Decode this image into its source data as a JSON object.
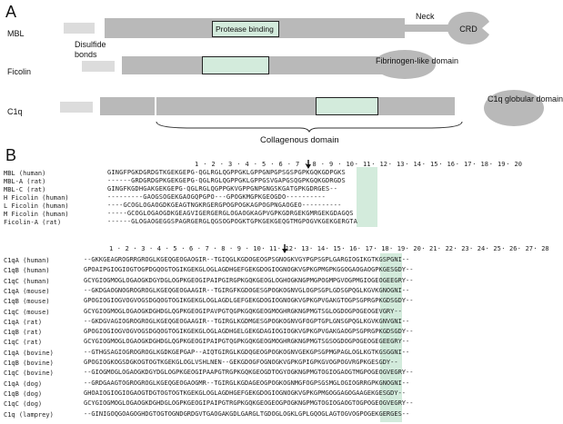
{
  "panel_a": {
    "letter": "A",
    "rows": {
      "mbl": {
        "label": "MBL",
        "box_label": "Protease binding",
        "neck_label": "Neck",
        "domain_label": "CRD"
      },
      "disulfide_label": "Disulfide\nbonds",
      "ficolin": {
        "label": "Ficolin",
        "domain_label": "Fibrinogen-like\ndomain"
      },
      "c1q": {
        "label": "C1q",
        "domain_label": "C1q\nglobular\ndomain"
      }
    },
    "collagenous_label": "Collagenous domain"
  },
  "panel_b": {
    "letter": "B",
    "top_block": {
      "numbers": [
        "1",
        "2",
        "3",
        "4",
        "5",
        "6",
        "7",
        "8",
        "9",
        "10",
        "11",
        "12",
        "13",
        "14",
        "15",
        "16",
        "17",
        "18",
        "19",
        "20"
      ],
      "rows": [
        {
          "name": "MBL (human)",
          "seq": "GINGFPGKDGRDGTKGEKGEPG-QGLRGLQGPPGKLGPPGNPGPSGSPGPKGQKGDPGKS"
        },
        {
          "name": "MBL-A (rat)",
          "seq": "------GRDGRDGPKGEKGEPG-QGLRGLQGPPGKLGPPGSVGAPGSQGPKGQKGDRGDS"
        },
        {
          "name": "MBL-C (rat)",
          "seq": "GINGFKGDHGAKGEKGEPG-QGLRGLQGPPGKVGPPGNPGNGSKGATGPKGDRGES--"
        },
        {
          "name": "H Ficolin (human)",
          "seq": "---------GAOGSOGEKGAOGQPGPO---GPOGKMGPKGEOGDO----------"
        },
        {
          "name": "L Ficolin (human)",
          "seq": "----GCOGLOGAOGDKGEAGTNGKRGERGPOGPOGKAGPOGPNGAOGEO----------"
        },
        {
          "name": "M Ficolin (human)",
          "seq": "-----GCOGLOGAOGDKGEAGVIGERGERGLOGAOGKAGPVGPKGDRGEKGMRGEKGDAGQS"
        },
        {
          "name": "Ficolin-A (rat)",
          "seq": "------GLOGAOGEGGSPAGRGERGLQGSOGPOGKTGPKGEKGEQGTMGPOGVKGEKGERGTA"
        }
      ]
    },
    "bottom_block": {
      "numbers": [
        "1",
        "2",
        "3",
        "4",
        "5",
        "6",
        "7",
        "8",
        "9",
        "10",
        "11",
        "12",
        "13",
        "14",
        "15",
        "16",
        "17",
        "18",
        "19",
        "20",
        "21",
        "22",
        "23",
        "24",
        "25",
        "26",
        "27",
        "28"
      ],
      "rows": [
        {
          "name": "C1qA (human)",
          "seq": "--GKKGEAGROGRRGROGLKGEQGEOGAOGIR--TGIQGLKGDOGEOGPSGNOGKVGYPGPSGPLGARGIOGIKGTKGSPGNI--"
        },
        {
          "name": "C1qB (human)",
          "seq": "GPOAIPGIOGIOGTOGPDGQOGTOGIKGEKGLOGLAGDHGEFGEKGDOGIOGNOGKVGPKGPMGPKGGOGAOGAOGPKGESGDY--"
        },
        {
          "name": "C1qC (human)",
          "seq": "GCYGIOGMOGLOGAOGKDGYDGLOGPKGEOGIPAIPGIRGPKGQKGEOGLOGHOGKNGPMGPOGMPGVOGPMGIOGEOGEEGRY--"
        },
        {
          "name": "C1qA (mouse)",
          "seq": "--GKDGAOGNOGROGROGLKGEQGEOGAAGIR--TGIRGFKGDOGESGPOGKOGNVGLOGPSGPLGDSGPQGLKGVKGNOGNI--"
        },
        {
          "name": "C1qB (mouse)",
          "seq": "GPOGIOGIOGVOGVOGSDGQOGTOGIKGEKGLOGLAGDLGEFGEKGDOGIOGNOGKVGPKGPVGAKGTOGPSGPRGPKGDSGDY--"
        },
        {
          "name": "C1qC (mouse)",
          "seq": "GCYGIOGMOGLOGAOGKDGHDGLQGPKGEOGIPAVPGTQGPKGQKGEOGMOGHRGKNGPMGTSGLOGDOGPOGEOGEVGRY--"
        },
        {
          "name": "C1qA (rat)",
          "seq": "--GKDGVAGIOGROGROGLKGEQGEOGAAGIR--TGIRGLKGDMGESGPOGKOGNVGFOGPTGPLGNSGPQGLKGVKGNVGNI--"
        },
        {
          "name": "C1qB (rat)",
          "seq": "GPOGIOGIOGVOGVOGSDGQOGTOGIKGEKGLOGLAGDHGELGEKGDAGIOGIOGKVGPKGPVGAKGAOGPSGPRGPKGDSGDY--"
        },
        {
          "name": "C1qC (rat)",
          "seq": "GCYGIOGMOGLOGAOGKDGHDGLQGPKGEOGIPAIPGTQGPKGQKGEOGMOGHRGKNGPMGTSGSOGDOGPOGEOGEGEEGRY--"
        },
        {
          "name": "C1qA (bovine)",
          "seq": "--GTHGSAGIOGROGROGLKGDKGEPGAP--AIQTGIRGLKGDQGEOGPOGKOGNVGEKGPSGPMGPAGLOGLKGTKGSGGNI--"
        },
        {
          "name": "C1qB (bovine)",
          "seq": "GPOGIOGKOGSDGKOGTOGTKGEKGLOGLVSHLNEN--GEKGDOGFOGNOGKVGPKGPIGPKGVOGPOGVRGPKGESGDY--"
        },
        {
          "name": "C1qC (bovine)",
          "seq": "--GIOGMOGLOGAOGKDGYDGLOGPKGEOGIPAAPGTRGPKGQKGEOGDTOGYOGKNGPMGTOGIOGAOGTMGPOGEOGVEGRY--"
        },
        {
          "name": "C1qA (dog)",
          "seq": "--GRDGAAGTOGROGROGLKGEQGEOGAOGMR--TGIRGLKGDAGEOGPOGKOGNMGFOGPSGSMGLOGIOGRRGPKGNOGNI--"
        },
        {
          "name": "C1qB (dog)",
          "seq": "GHOAIOGIOGIOGAOGTDGTOGTOGTKGEKGLOGLAGDHGEFGEKGDOGIOGNOGKVGPKGPMGOGGAGOGAAGEKGESGDY--"
        },
        {
          "name": "C1qC (dog)",
          "seq": "GCYGIOGMOGLOGAOGKDGHDGLOGPKGEOGIPAIPGTRGPKGQKGEOGEOGPOGKNGPMGTOGIOGAOGTOGPOGEOGVEGRY--"
        },
        {
          "name": "C1q (lamprey)",
          "seq": "--GINIGOQGOAGOGHDGTOGTOGNDGRDGVTGAOGAKGDLGARGLTGDOGLOGKLGPLGQOGLAGTOGVOGPOGEKGERGES--"
        }
      ]
    }
  }
}
